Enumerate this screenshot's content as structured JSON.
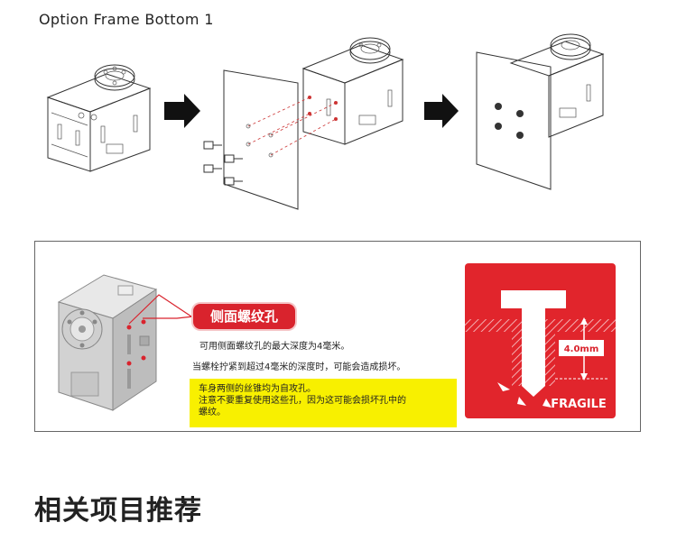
{
  "title": "Option Frame Bottom 1",
  "warning": {
    "label": "侧面螺纹孔",
    "note1": "可用侧面螺纹孔的最大深度为4毫米。",
    "note2": "当螺栓拧紧到超过4毫米的深度时，可能会造成损坏。",
    "yellow_lines": [
      "车身两侧的丝锥均为自攻孔。",
      "注意不要重复使用这些孔，因为这可能会损坏孔中的",
      "螺纹。"
    ],
    "depth_label": "4.0mm",
    "fragile_label": "FRAGILE"
  },
  "related_heading": "相关项目推荐",
  "colors": {
    "accent_red": "#d9232d",
    "highlight_yellow": "#f8f000"
  },
  "icons": {
    "arrow": "arrow-right-icon",
    "servo": "servo-icon",
    "plate": "plate-icon",
    "screw": "screw-icon"
  }
}
